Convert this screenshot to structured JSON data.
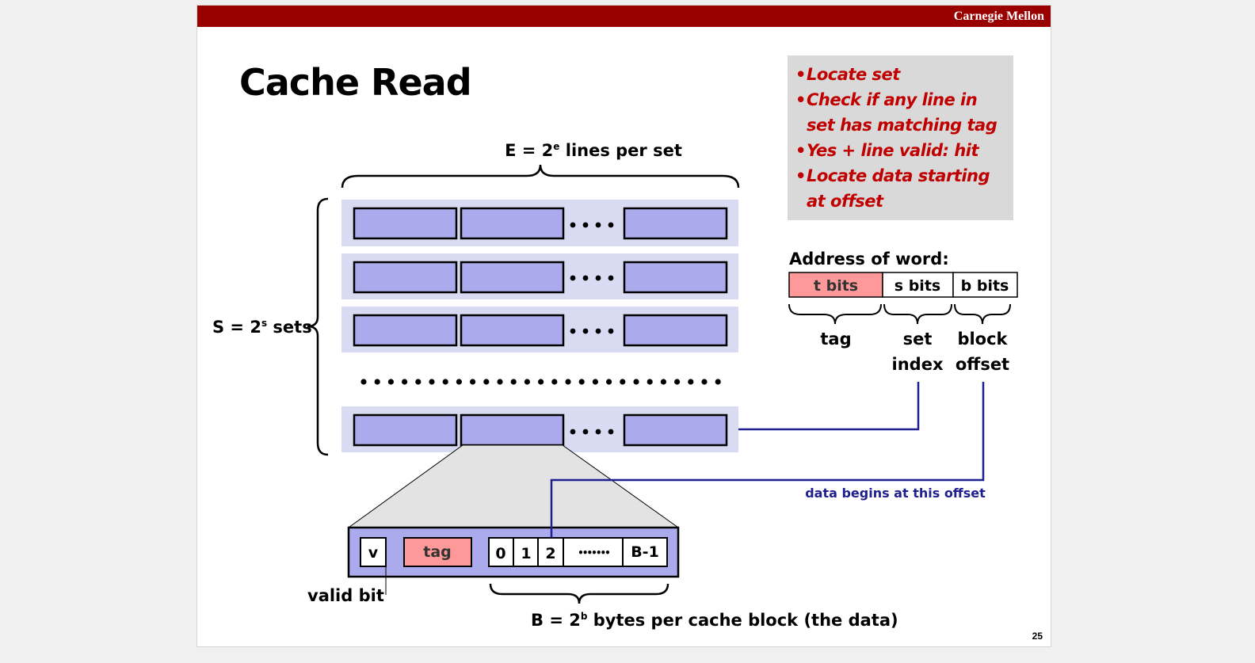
{
  "header": {
    "brand": "Carnegie Mellon"
  },
  "slide": {
    "title": "Cache Read",
    "page_number": "25"
  },
  "notes": {
    "bullets": [
      "Locate set",
      "Check if any line in set has matching tag",
      "Yes + line valid: hit",
      "Locate data starting at offset"
    ]
  },
  "diagram": {
    "lines_per_set": {
      "prefix": "E = 2",
      "exp": "e",
      "suffix": " lines per set"
    },
    "sets": {
      "prefix": "S = 2",
      "exp": "s",
      "suffix": " sets"
    },
    "address": {
      "heading": "Address of word:",
      "fields": [
        "t bits",
        "s bits",
        "b bits"
      ],
      "tag_label": "tag",
      "set_index_label": [
        "set",
        "index"
      ],
      "block_offset_label": [
        "block",
        "offset"
      ]
    },
    "data_begins": "data begins at this offset",
    "line": {
      "valid": "v",
      "tag": "tag",
      "bytes": [
        "0",
        "1",
        "2",
        "•••••••",
        "B-1"
      ]
    },
    "valid_bit": "valid bit",
    "bytes_per_block": {
      "prefix": "B = 2",
      "exp": "b",
      "suffix": " bytes per cache block (the data)"
    },
    "colors": {
      "set_bg": "#d9dbf2",
      "line_fill": "#aaaaec",
      "tag_fill": "#ff9999",
      "pointer": "#1f1f8f",
      "accent_red": "#c00000",
      "bar": "#990000"
    }
  }
}
